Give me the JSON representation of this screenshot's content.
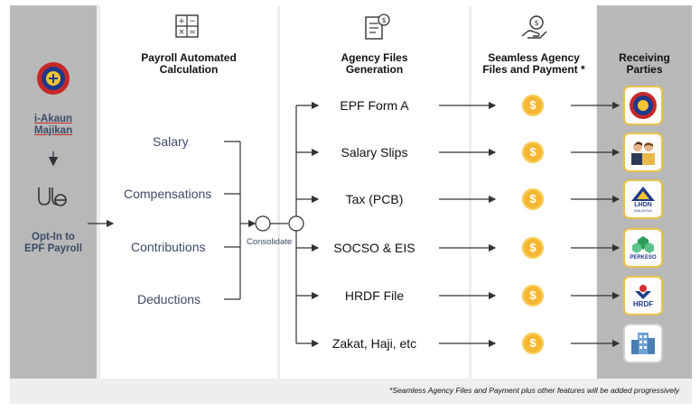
{
  "left": {
    "account_line1": "i-Akaun",
    "account_line2": "Majikan",
    "optin_line1": "Opt-In to",
    "optin_line2": "EPF Payroll"
  },
  "columns": {
    "calc_title_1": "Payroll Automated",
    "calc_title_2": "Calculation",
    "gen_title_1": "Agency Files",
    "gen_title_2": "Generation",
    "pay_title_1": "Seamless Agency",
    "pay_title_2": "Files and Payment *",
    "recv_title_1": "Receiving",
    "recv_title_2": "Parties"
  },
  "calc_items": [
    "Salary",
    "Compensations",
    "Contributions",
    "Deductions"
  ],
  "consolidate_label": "Consolidate",
  "files": [
    "EPF Form A",
    "Salary Slips",
    "Tax (PCB)",
    "SOCSO & EIS",
    "HRDF File",
    "Zakat, Haji, etc"
  ],
  "coin_symbol": "$",
  "receivers": {
    "lhdn_text": "LHDN",
    "lhdn_sub": "MALAYSIA",
    "perkeso_text": "PERKESO",
    "hrdf_text": "HRDF"
  },
  "footnote": "*Seamless Agency Files and Payment plus other features will be added progressively",
  "colors": {
    "navy": "#3c4a66",
    "coin": "#f5b733",
    "gray_panel": "#b8b8b8",
    "mid_panel": "#eeeeee"
  }
}
